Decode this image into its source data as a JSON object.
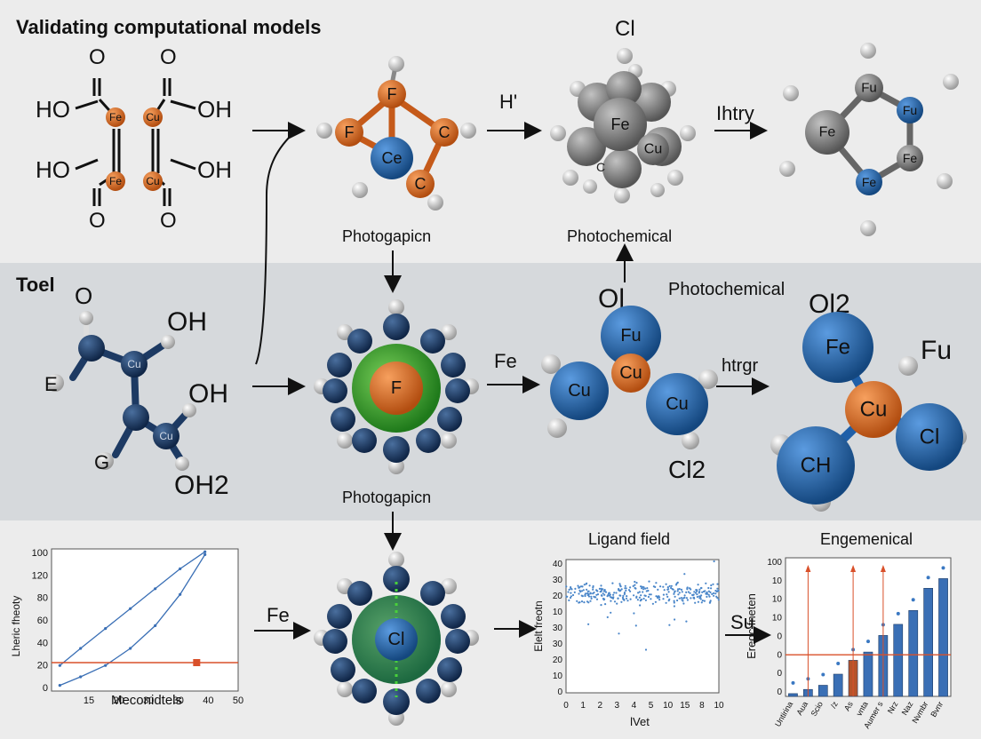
{
  "title": "Validating computational models",
  "rows": {
    "middle_label": "Toel"
  },
  "top": {
    "chain1": {
      "labels": [
        "HO",
        "OH",
        "HO",
        "OH",
        "O",
        "O",
        "O",
        "O"
      ],
      "atoms": [
        "Fe",
        "Cu",
        "Fe",
        "Cu"
      ]
    },
    "mol2": {
      "atoms": [
        "F",
        "F",
        "C",
        "Ce",
        "C"
      ]
    },
    "arrow1_label": "H'",
    "cluster": {
      "label": "Cl",
      "atoms": [
        "Fe",
        "Cu",
        "C"
      ]
    },
    "arrow2_label": "Ihtry",
    "ring": {
      "atoms": [
        "Fu",
        "Fu",
        "Fe",
        "Fe",
        "Fe"
      ]
    },
    "caption_left": "Photogapicn",
    "caption_right": "Photochemical"
  },
  "middle": {
    "chain2": {
      "labels": [
        "O",
        "OH",
        "OH",
        "OH2",
        "E",
        "G"
      ],
      "atoms": [
        "Cu",
        "Cu"
      ]
    },
    "center_atom": "F",
    "arrow_label": "Fe",
    "tri": {
      "top_label": "Ol",
      "atoms": [
        "Fu",
        "Cu",
        "Cu",
        "Cu"
      ],
      "bottom_label": "Cl2"
    },
    "photochemical": "Photochemical",
    "arrow2_label": "htrgr",
    "big": {
      "labels": [
        "Ol2",
        "Fu"
      ],
      "atoms": [
        "Fe",
        "Cu",
        "CH",
        "Cl"
      ]
    },
    "caption_bottom": "Photogapicn"
  },
  "bottom": {
    "arrow_label": "Fe",
    "center_atom": "Cl",
    "arrow3_label": "Su"
  },
  "colors": {
    "orange": "#d4631c",
    "blue": "#1f5fa8",
    "navy": "#1d3a63",
    "green": "#3a9a2a",
    "gray": "#7d7d7d",
    "line_red": "#d9502a",
    "bar_blue": "#3a6fb5"
  },
  "chart_data": [
    {
      "type": "line",
      "title": "",
      "xlabel": "Meconidtels",
      "ylabel": "Lheric fheoty",
      "x_ticks": [
        "15",
        "20",
        "30",
        "30",
        "40",
        "50"
      ],
      "y_ticks": [
        "100",
        "120",
        "80",
        "60",
        "40",
        "20",
        "0"
      ],
      "xlim": [
        5,
        50
      ],
      "ylim": [
        0,
        100
      ],
      "series": [
        {
          "x": [
            7,
            12,
            18,
            24,
            30,
            36,
            42
          ],
          "y": [
            18,
            30,
            44,
            58,
            72,
            86,
            98
          ]
        },
        {
          "x": [
            7,
            12,
            18,
            24,
            30,
            36,
            42
          ],
          "y": [
            4,
            10,
            18,
            30,
            46,
            68,
            96
          ]
        }
      ],
      "hline": 20,
      "marker": {
        "x": 40,
        "y": 20
      }
    },
    {
      "type": "scatter",
      "title": "Ligand field",
      "xlabel": "lVet",
      "ylabel": "Elelt freotn",
      "x_ticks": [
        "0",
        "1",
        "2",
        "3",
        "4",
        "5",
        "10",
        "15",
        "8",
        "10"
      ],
      "y_ticks": [
        "40",
        "30",
        "20",
        "10",
        "30",
        "30",
        "20",
        "10",
        "0"
      ],
      "xlim": [
        0,
        10
      ],
      "ylim": [
        0,
        40
      ],
      "center": 30,
      "spread": 3
    },
    {
      "type": "bar",
      "title": "Engemenical",
      "ylabel": "Eregc fneten",
      "y_ticks": [
        "100",
        "10",
        "10",
        "10",
        "0",
        "0",
        "0",
        "0"
      ],
      "categories": [
        "Untirina",
        "Aua",
        "Scio",
        "/z",
        "As",
        "vnta",
        "Aumer s",
        "Nrz",
        "Naz",
        "Nvmbr",
        "Bvnr"
      ],
      "values": [
        2,
        5,
        8,
        16,
        26,
        32,
        44,
        52,
        62,
        78,
        85
      ],
      "ylim": [
        0,
        100
      ],
      "hline": 30,
      "highlight_index": 4
    }
  ]
}
